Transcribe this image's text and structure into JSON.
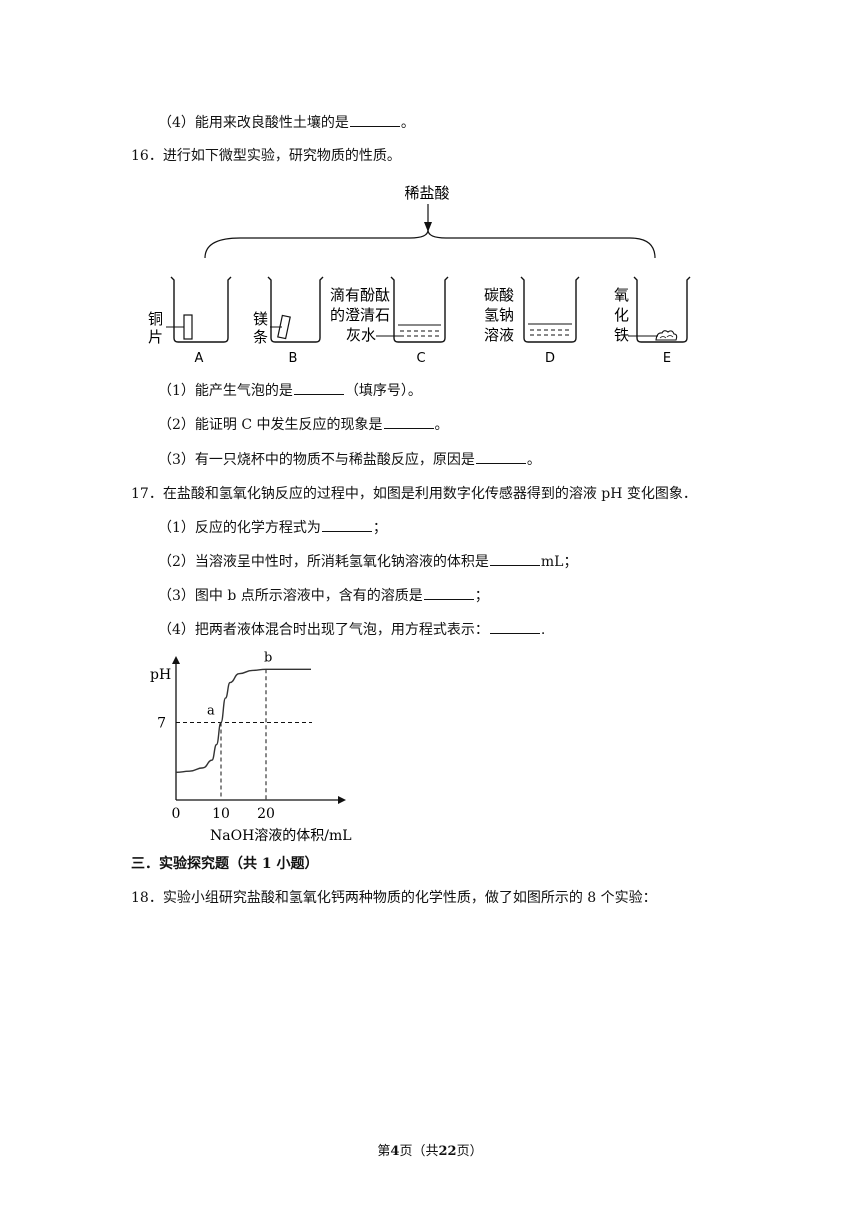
{
  "q15": {
    "item4": {
      "pre": "（4）能用来改良酸性土壤的是",
      "post": "。"
    }
  },
  "q16": {
    "stem": "16．进行如下微型实验，研究物质的性质。",
    "figure": {
      "reagent": "稀盐酸",
      "beakers": [
        {
          "letter": "A",
          "label_lines": [
            "铜",
            "片"
          ]
        },
        {
          "letter": "B",
          "label_lines": [
            "镁",
            "条"
          ]
        },
        {
          "letter": "C",
          "label_lines": [
            "滴有酚酞",
            "的澄清石",
            "灰水"
          ]
        },
        {
          "letter": "D",
          "label_lines": [
            "碳酸",
            "氢钠",
            "溶液"
          ]
        },
        {
          "letter": "E",
          "label_lines": [
            "氧",
            "化",
            "铁"
          ]
        }
      ]
    },
    "items": [
      {
        "pre": "（1）能产生气泡的是",
        "post": "（填序号）。"
      },
      {
        "pre": "（2）能证明 C 中发生反应的现象是",
        "post": "。"
      },
      {
        "pre": "（3）有一只烧杯中的物质不与稀盐酸反应，原因是",
        "post": "。"
      }
    ]
  },
  "q17": {
    "stem": "17．在盐酸和氢氧化钠反应的过程中，如图是利用数字化传感器得到的溶液 pH 变化图象．",
    "items": [
      {
        "pre": "（1）反应的化学方程式为",
        "post": "；"
      },
      {
        "pre": "（2）当溶液呈中性时，所消耗氢氧化钠溶液的体积是",
        "post": "mL；"
      },
      {
        "pre": "（3）图中 b 点所示溶液中，含有的溶质是",
        "post": "；"
      },
      {
        "pre": "（4）把两者液体混合时出现了气泡，用方程式表示：",
        "post": "."
      }
    ]
  },
  "chart_data": {
    "type": "line",
    "ylabel": "pH",
    "xlabel": "NaOH溶液的体积/mL",
    "x_ticks": [
      "0",
      "10",
      "20"
    ],
    "y_ticks": [
      "7"
    ],
    "point_labels": [
      "a",
      "b"
    ],
    "series": [
      {
        "x": [
          0,
          3,
          6,
          8,
          9,
          10,
          11,
          12,
          14,
          17,
          20,
          25,
          30
        ],
        "y": [
          2.5,
          2.6,
          2.9,
          3.6,
          5.0,
          7.0,
          9.2,
          10.6,
          11.4,
          11.7,
          11.8,
          11.8,
          11.8
        ]
      }
    ],
    "xlim": [
      0,
      36
    ],
    "ylim": [
      0,
      13
    ],
    "guides": [
      {
        "x": 10,
        "y": 7,
        "label": "a"
      },
      {
        "x": 20,
        "y": 11.8,
        "label": "b"
      }
    ],
    "grid": false
  },
  "section3": {
    "title": "三．实验探究题（共 1 小题）"
  },
  "q18": {
    "stem": "18．实验小组研究盐酸和氢氧化钙两种物质的化学性质，做了如图所示的 8 个实验："
  },
  "footer": {
    "pre": "第",
    "page": "4",
    "mid": "页（共",
    "total": "22",
    "post": "页）"
  }
}
